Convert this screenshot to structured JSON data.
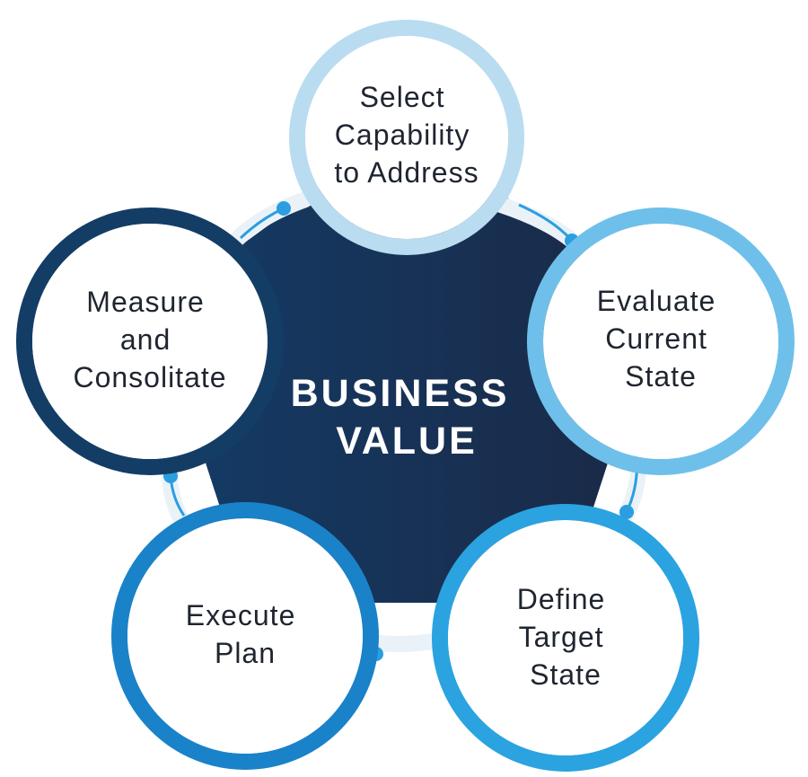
{
  "center": {
    "line1": "BUSINESS",
    "line2": "VALUE",
    "color_start": "#143a64",
    "color_end": "#1a2a48"
  },
  "steps": [
    {
      "lines": [
        "Select",
        "Capability",
        "to Address"
      ],
      "ring_color": "#b9dcf0"
    },
    {
      "lines": [
        "Evaluate",
        "Current",
        "State"
      ],
      "ring_color": "#6ec0ea"
    },
    {
      "lines": [
        "Define",
        "Target",
        "State"
      ],
      "ring_color": "#2aa3e0"
    },
    {
      "lines": [
        "Execute",
        "Plan"
      ],
      "ring_color": "#1a82c8"
    },
    {
      "lines": [
        "Measure",
        "and",
        "Consolitate"
      ],
      "ring_color": "#143d66"
    }
  ],
  "connector_color": "#2a9ee0"
}
